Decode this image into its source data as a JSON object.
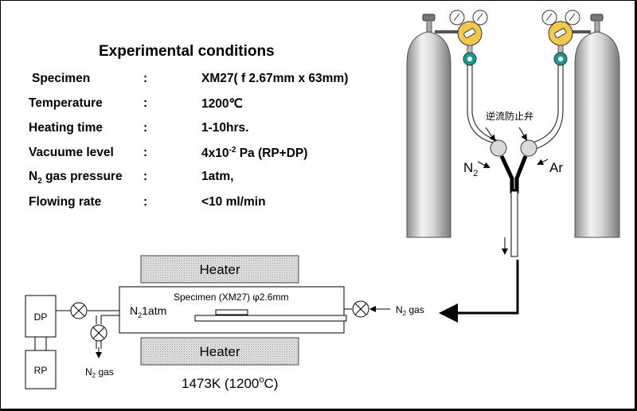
{
  "title": "Experimental conditions",
  "conditions": [
    {
      "label": "Specimen",
      "colon": ":",
      "value": "XM27( f 2.67mm x 63mm)"
    },
    {
      "label": "Temperature",
      "colon": ":",
      "value": "1200℃"
    },
    {
      "label": "Heating time",
      "colon": ":",
      "value": "1-10hrs."
    },
    {
      "label_main": "Vacuume level",
      "colon": ":",
      "value_main": "4x10",
      "value_sup": "-2",
      "value_rest": " Pa (RP+DP)"
    },
    {
      "label_main": "N",
      "label_sub": "2",
      "label_rest": " gas pressure",
      "colon": ":",
      "value": "1atm,"
    },
    {
      "label": "Flowing rate",
      "colon": ":",
      "value": "<10 ml/min"
    }
  ],
  "cylinder_setup": {
    "valve_label": "逆流防止弁",
    "left_gas_main": "N",
    "left_gas_sub": "2",
    "right_gas": "Ar"
  },
  "furnace": {
    "heater_top": "Heater",
    "heater_bottom": "Heater",
    "specimen_label_main": "Specimen (XM27) ",
    "specimen_phi": "φ",
    "specimen_size": "2.6mm",
    "atmosphere_main": "N",
    "atmosphere_sub": "2",
    "atmosphere_rest": "1atm",
    "gas_in_main": "N",
    "gas_in_sub": "2",
    "gas_in_rest": " gas",
    "gas_out_main": "N",
    "gas_out_sub": "2",
    "gas_out_rest": " gas",
    "dp_label": "DP",
    "rp_label": "RP",
    "temp_main": "1473K (1200",
    "temp_sup": "o",
    "temp_rest": "C)"
  },
  "colors": {
    "cylinder_light": "#e6e6e6",
    "cylinder_dark": "#8c8c8c",
    "regulator_yellow": "#f2c94c",
    "valve_teal": "#1a9a8c",
    "heater_fill": "#d8d8d8"
  }
}
